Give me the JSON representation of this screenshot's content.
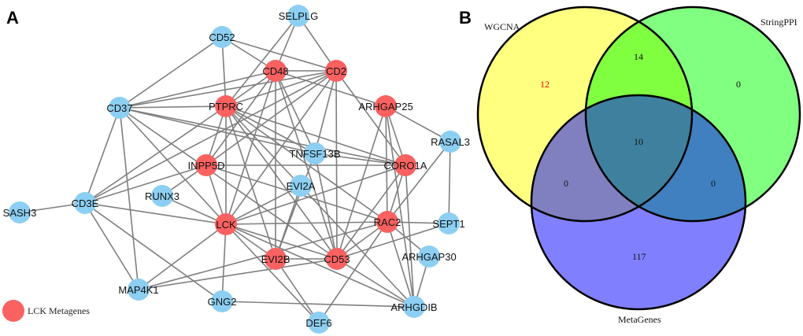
{
  "panel_a": {
    "letter": "A",
    "legend": {
      "label": "LCK Metagenes",
      "color": "#fa6161"
    },
    "colors": {
      "metagene": "#fa6161",
      "other": "#8ccff2",
      "edge": "#7f7f7f"
    },
    "nodes": [
      {
        "id": "SELPLG",
        "group": "other"
      },
      {
        "id": "CD52",
        "group": "other"
      },
      {
        "id": "CD48",
        "group": "metagene"
      },
      {
        "id": "CD2",
        "group": "metagene"
      },
      {
        "id": "PTPRC",
        "group": "metagene"
      },
      {
        "id": "ARHGAP25",
        "group": "metagene"
      },
      {
        "id": "CD37",
        "group": "other"
      },
      {
        "id": "RASAL3",
        "group": "other"
      },
      {
        "id": "TNFSF13B",
        "group": "other"
      },
      {
        "id": "INPP5D",
        "group": "metagene"
      },
      {
        "id": "CORO1A",
        "group": "metagene"
      },
      {
        "id": "EVI2A",
        "group": "other"
      },
      {
        "id": "RUNX3",
        "group": "other"
      },
      {
        "id": "CD3E",
        "group": "other"
      },
      {
        "id": "SASH3",
        "group": "other"
      },
      {
        "id": "LCK",
        "group": "metagene"
      },
      {
        "id": "RAC2",
        "group": "metagene"
      },
      {
        "id": "SEPT1",
        "group": "other"
      },
      {
        "id": "EVI2B",
        "group": "metagene"
      },
      {
        "id": "CD53",
        "group": "metagene"
      },
      {
        "id": "ARHGAP30",
        "group": "other"
      },
      {
        "id": "MAP4K1",
        "group": "other"
      },
      {
        "id": "GNG2",
        "group": "other"
      },
      {
        "id": "ARHGDIB",
        "group": "other"
      },
      {
        "id": "DEF6",
        "group": "other"
      }
    ],
    "edges": [
      [
        "SELPLG",
        "CD48"
      ],
      [
        "SELPLG",
        "CD2"
      ],
      [
        "SELPLG",
        "PTPRC"
      ],
      [
        "CD52",
        "CD37"
      ],
      [
        "CD52",
        "PTPRC"
      ],
      [
        "CD52",
        "CD2"
      ],
      [
        "CD52",
        "CD48"
      ],
      [
        "CD48",
        "CD2"
      ],
      [
        "CD48",
        "CD37"
      ],
      [
        "CD48",
        "PTPRC"
      ],
      [
        "CD48",
        "ARHGAP25"
      ],
      [
        "CD48",
        "LCK"
      ],
      [
        "CD48",
        "EVI2B"
      ],
      [
        "CD48",
        "CD53"
      ],
      [
        "CD48",
        "INPP5D"
      ],
      [
        "CD48",
        "TNFSF13B"
      ],
      [
        "CD2",
        "CD37"
      ],
      [
        "CD2",
        "PTPRC"
      ],
      [
        "CD2",
        "LCK"
      ],
      [
        "CD2",
        "CD53"
      ],
      [
        "CD2",
        "CORO1A"
      ],
      [
        "CD2",
        "TNFSF13B"
      ],
      [
        "CD2",
        "INPP5D"
      ],
      [
        "CD2",
        "CD3E"
      ],
      [
        "PTPRC",
        "CD37"
      ],
      [
        "PTPRC",
        "INPP5D"
      ],
      [
        "PTPRC",
        "LCK"
      ],
      [
        "PTPRC",
        "CORO1A"
      ],
      [
        "PTPRC",
        "RAC2"
      ],
      [
        "PTPRC",
        "CD53"
      ],
      [
        "PTPRC",
        "EVI2B"
      ],
      [
        "PTPRC",
        "TNFSF13B"
      ],
      [
        "PTPRC",
        "CD3E"
      ],
      [
        "PTPRC",
        "ARHGDIB"
      ],
      [
        "ARHGAP25",
        "RASAL3"
      ],
      [
        "ARHGAP25",
        "CORO1A"
      ],
      [
        "ARHGAP25",
        "RAC2"
      ],
      [
        "ARHGAP25",
        "CD53"
      ],
      [
        "ARHGAP25",
        "ARHGDIB"
      ],
      [
        "CD37",
        "CD3E"
      ],
      [
        "CD37",
        "MAP4K1"
      ],
      [
        "CD37",
        "LCK"
      ],
      [
        "CD37",
        "CD53"
      ],
      [
        "CD37",
        "CORO1A"
      ],
      [
        "CD37",
        "TNFSF13B"
      ],
      [
        "RASAL3",
        "SEPT1"
      ],
      [
        "RASAL3",
        "RAC2"
      ],
      [
        "TNFSF13B",
        "CORO1A"
      ],
      [
        "TNFSF13B",
        "CD53"
      ],
      [
        "TNFSF13B",
        "EVI2B"
      ],
      [
        "INPP5D",
        "CORO1A"
      ],
      [
        "INPP5D",
        "LCK"
      ],
      [
        "INPP5D",
        "CD3E"
      ],
      [
        "INPP5D",
        "RAC2"
      ],
      [
        "CORO1A",
        "RAC2"
      ],
      [
        "CORO1A",
        "CD53"
      ],
      [
        "CORO1A",
        "ARHGDIB"
      ],
      [
        "CORO1A",
        "LCK"
      ],
      [
        "EVI2A",
        "EVI2B"
      ],
      [
        "EVI2A",
        "LCK"
      ],
      [
        "RUNX3",
        "LCK"
      ],
      [
        "RUNX3",
        "INPP5D"
      ],
      [
        "CD3E",
        "SASH3"
      ],
      [
        "CD3E",
        "LCK"
      ],
      [
        "CD3E",
        "MAP4K1"
      ],
      [
        "CD3E",
        "GNG2"
      ],
      [
        "LCK",
        "RAC2"
      ],
      [
        "LCK",
        "CD53"
      ],
      [
        "LCK",
        "EVI2B"
      ],
      [
        "LCK",
        "MAP4K1"
      ],
      [
        "LCK",
        "GNG2"
      ],
      [
        "LCK",
        "ARHGDIB"
      ],
      [
        "LCK",
        "DEF6"
      ],
      [
        "RAC2",
        "SEPT1"
      ],
      [
        "RAC2",
        "CD53"
      ],
      [
        "RAC2",
        "ARHGAP30"
      ],
      [
        "RAC2",
        "ARHGDIB"
      ],
      [
        "RAC2",
        "DEF6"
      ],
      [
        "RAC2",
        "MAP4K1"
      ],
      [
        "EVI2B",
        "CD53"
      ],
      [
        "EVI2B",
        "DEF6"
      ],
      [
        "CD53",
        "SEPT1"
      ],
      [
        "CD53",
        "ARHGDIB"
      ],
      [
        "CD53",
        "MAP4K1"
      ],
      [
        "ARHGAP30",
        "ARHGDIB"
      ],
      [
        "GNG2",
        "ARHGDIB"
      ]
    ]
  },
  "panel_b": {
    "letter": "B",
    "sets": [
      {
        "name": "WGCNA",
        "color": "#ffff80"
      },
      {
        "name": "StringPPI",
        "color": "#80ff80"
      },
      {
        "name": "MetaGenes",
        "color": "#8080ff"
      }
    ],
    "regions": {
      "wgcna_only": {
        "count": "12",
        "color": "#ff0000"
      },
      "stringppi_only": {
        "count": "0"
      },
      "metagenes_only": {
        "count": "117"
      },
      "wgcna_stringppi": {
        "count": "14"
      },
      "wgcna_metagenes": {
        "count": "0"
      },
      "stringppi_metagenes": {
        "count": "0"
      },
      "all_three": {
        "count": "10"
      }
    }
  }
}
